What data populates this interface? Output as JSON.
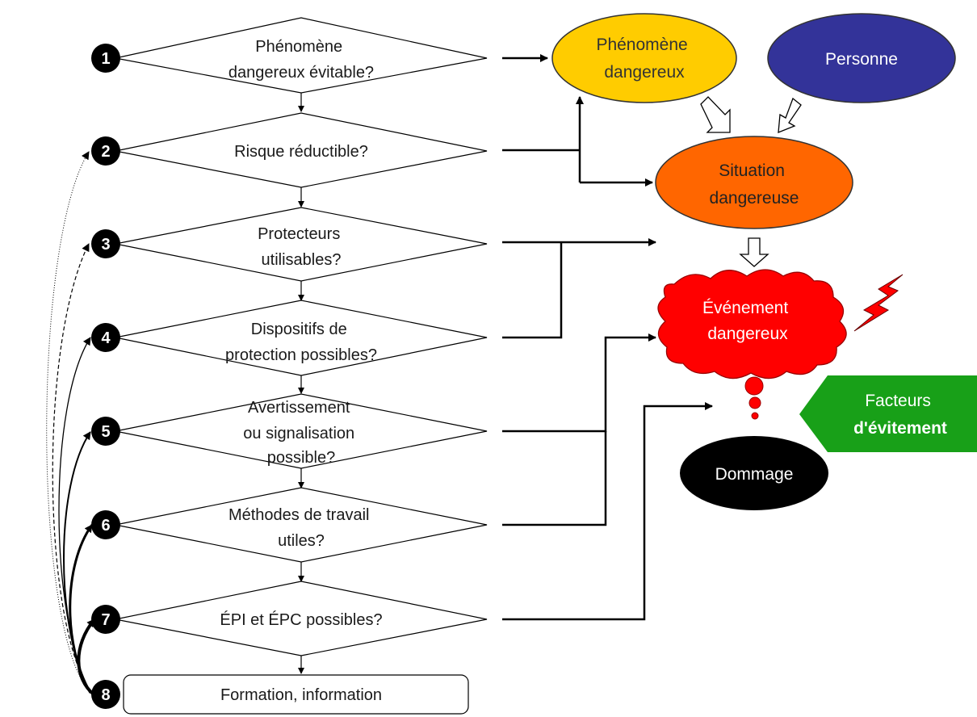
{
  "steps": [
    {
      "num": "1",
      "lines": [
        "Phénomène",
        "dangereux évitable?"
      ]
    },
    {
      "num": "2",
      "lines": [
        "Risque réductible?"
      ]
    },
    {
      "num": "3",
      "lines": [
        "Protecteurs",
        "utilisables?"
      ]
    },
    {
      "num": "4",
      "lines": [
        "Dispositifs de",
        "protection possibles?"
      ]
    },
    {
      "num": "5",
      "lines": [
        "Avertissement",
        "ou signalisation",
        "possible?"
      ]
    },
    {
      "num": "6",
      "lines": [
        "Méthodes de travail",
        "utiles?"
      ]
    },
    {
      "num": "7",
      "lines": [
        "ÉPI et ÉPC possibles?"
      ]
    },
    {
      "num": "8",
      "lines": [
        "Formation, information"
      ]
    }
  ],
  "nodes": {
    "phenomene": {
      "lines": [
        "Phénomène",
        "dangereux"
      ],
      "fill": "#ffcc00",
      "text_color": "#333333"
    },
    "personne": {
      "lines": [
        "Personne"
      ],
      "fill": "#333399",
      "text_color": "#ffffff"
    },
    "situation": {
      "lines": [
        "Situation",
        "dangereuse"
      ],
      "fill": "#ff6600",
      "text_color": "#222222"
    },
    "evenement": {
      "lines": [
        "Événement",
        "dangereux"
      ],
      "fill": "#ff0000",
      "text_color": "#ffffff"
    },
    "dommage": {
      "lines": [
        "Dommage"
      ],
      "fill": "#000000",
      "text_color": "#ffffff"
    },
    "facteurs": {
      "line1": "Facteurs",
      "line2": "d'évitement",
      "fill": "#18a018",
      "text_color": "#ffffff"
    }
  }
}
